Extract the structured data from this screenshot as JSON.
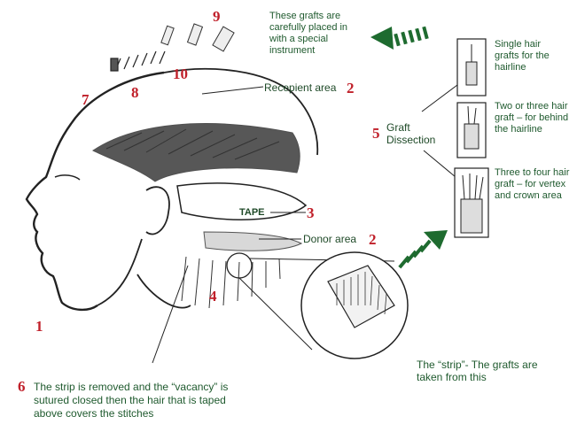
{
  "labels": {
    "grafts_note": "These grafts are carefully placed in with a special instrument",
    "recipient_area": "Recepient area",
    "graft_dissection": "Graft Dissection",
    "tape": "TAPE",
    "donor_area": "Donor area",
    "strip_note": "The “strip”- The grafts are taken from this",
    "strip_removed_note": "The strip is removed and the “vacancy” is sutured closed then the hair that is taped above covers the stitches",
    "single_hair": "Single hair grafts for the hairline",
    "two_three_hair": "Two or three hair graft – for behind the hairline",
    "three_four_hair": "Three to four hair graft – for vertex and crown area"
  },
  "numbers": {
    "n1": "1",
    "n2a": "2",
    "n2b": "2",
    "n3": "3",
    "n4": "4",
    "n5": "5",
    "n6": "6",
    "n7": "7",
    "n8": "8",
    "n9": "9",
    "n10": "10"
  },
  "colors": {
    "text_green": "#1f5a2e",
    "number_red": "#c0202a",
    "arrow_green": "#1e6b2f"
  }
}
